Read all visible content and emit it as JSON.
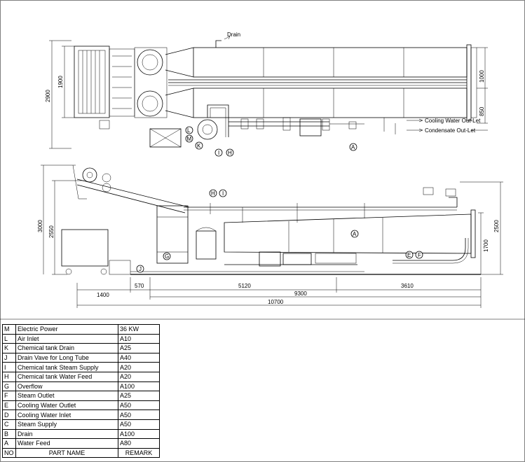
{
  "plan_view": {
    "labels": {
      "drain": "Drain",
      "cooling_water_outlet": "Cooling Water Out-Let",
      "condensate_outlet": "Condensate Out-Let"
    },
    "dimensions": {
      "overall_height": "2900",
      "inner_height": "1900",
      "right_upper": "1000",
      "right_lower": "850"
    },
    "callouts": [
      "L",
      "M",
      "K",
      "I",
      "H",
      "A"
    ]
  },
  "elevation_view": {
    "dimensions": {
      "left_height": "3000",
      "left_inner": "2550",
      "right_height": "2500",
      "right_inner": "1700",
      "seg_1400": "1400",
      "seg_570": "570",
      "seg_5120": "5120",
      "seg_3610": "3610",
      "seg_9300": "9300",
      "overall_length": "10700"
    },
    "callouts": [
      "H",
      "I",
      "A",
      "G",
      "J",
      "E",
      "F"
    ]
  },
  "parts_table": {
    "headers": {
      "no": "NO",
      "name": "PART   NAME",
      "remark": "REMARK"
    },
    "rows": [
      {
        "no": "M",
        "name": "Electric Power",
        "remark": "36  KW"
      },
      {
        "no": "L",
        "name": "Air Inlet",
        "remark": "A10"
      },
      {
        "no": "K",
        "name": "Chemical tank  Drain",
        "remark": "A25"
      },
      {
        "no": "J",
        "name": "Drain Vave for Long Tube",
        "remark": "A40"
      },
      {
        "no": "I",
        "name": "Chemical tank Steam Supply",
        "remark": "A20"
      },
      {
        "no": "H",
        "name": "Chemical tank Water Feed",
        "remark": "A20"
      },
      {
        "no": "G",
        "name": "Overflow",
        "remark": "A100"
      },
      {
        "no": "F",
        "name": "Steam Outlet",
        "remark": "A25"
      },
      {
        "no": "E",
        "name": "Cooling Water Outlet",
        "remark": "A50"
      },
      {
        "no": "D",
        "name": "Cooling Water Inlet",
        "remark": "A50"
      },
      {
        "no": "C",
        "name": "Steam Supply",
        "remark": "A50"
      },
      {
        "no": "B",
        "name": "Drain",
        "remark": "A100"
      },
      {
        "no": "A",
        "name": "Water Feed",
        "remark": "A80"
      }
    ]
  }
}
